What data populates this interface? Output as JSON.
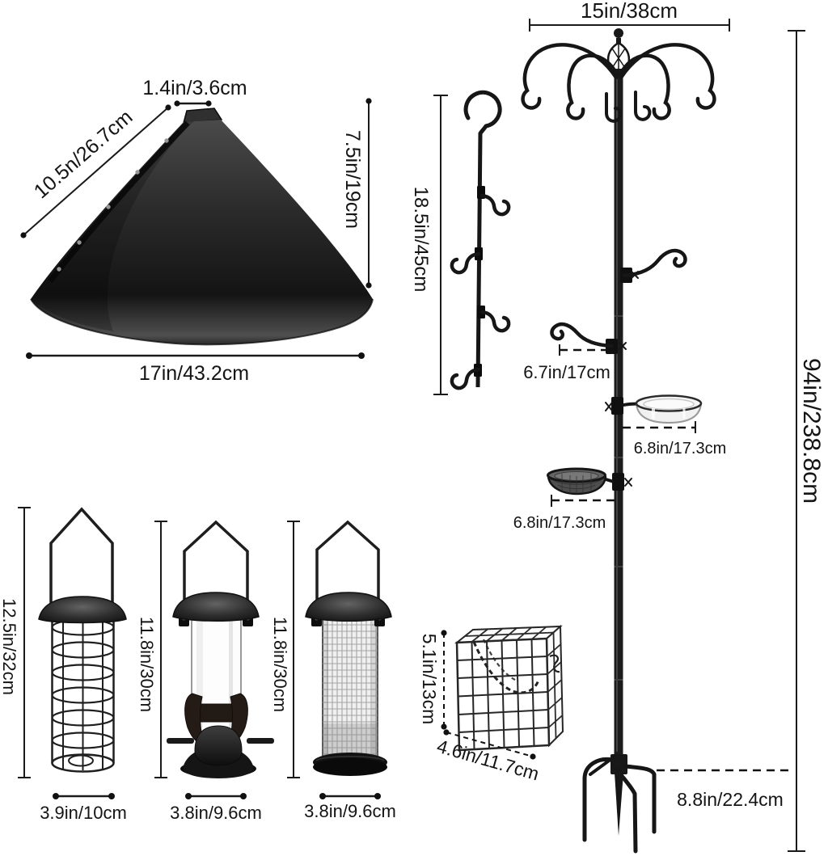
{
  "title": "bird-feeding-station-dimension-diagram",
  "colors": {
    "background": "#ffffff",
    "line": "#1a1a1a",
    "metal": "#161616",
    "text": "#141414"
  },
  "baffle": {
    "top_opening_label": "1.4in/3.6cm",
    "slant_label": "10.5n/26.7cm",
    "height_label": "7.5in/19cm",
    "diameter_label": "17in/43.2cm"
  },
  "hanging_rail": {
    "length_label": "18.5in/45cm"
  },
  "station": {
    "top_hooks_width_label": "15in/38cm",
    "total_height_label": "94in/238.8cm",
    "side_hook_length_label": "6.7in/17cm",
    "water_tray_length_label": "6.8in/17.3cm",
    "mesh_tray_length_label": "6.8in/17.3cm",
    "ground_stake_depth_label": "8.8in/22.4cm"
  },
  "suet_cage": {
    "height_label": "5.1in/13cm",
    "width_label": "4.6in/11.7cm"
  },
  "feeders": {
    "cage_feeder": {
      "height_label": "12.5in/32cm",
      "width_label": "3.9in/10cm"
    },
    "tube_feeder": {
      "height_label": "11.8in/30cm",
      "width_label": "3.8in/9.6cm"
    },
    "mesh_feeder": {
      "height_label": "11.8in/30cm",
      "width_label": "3.8in/9.6cm"
    }
  }
}
